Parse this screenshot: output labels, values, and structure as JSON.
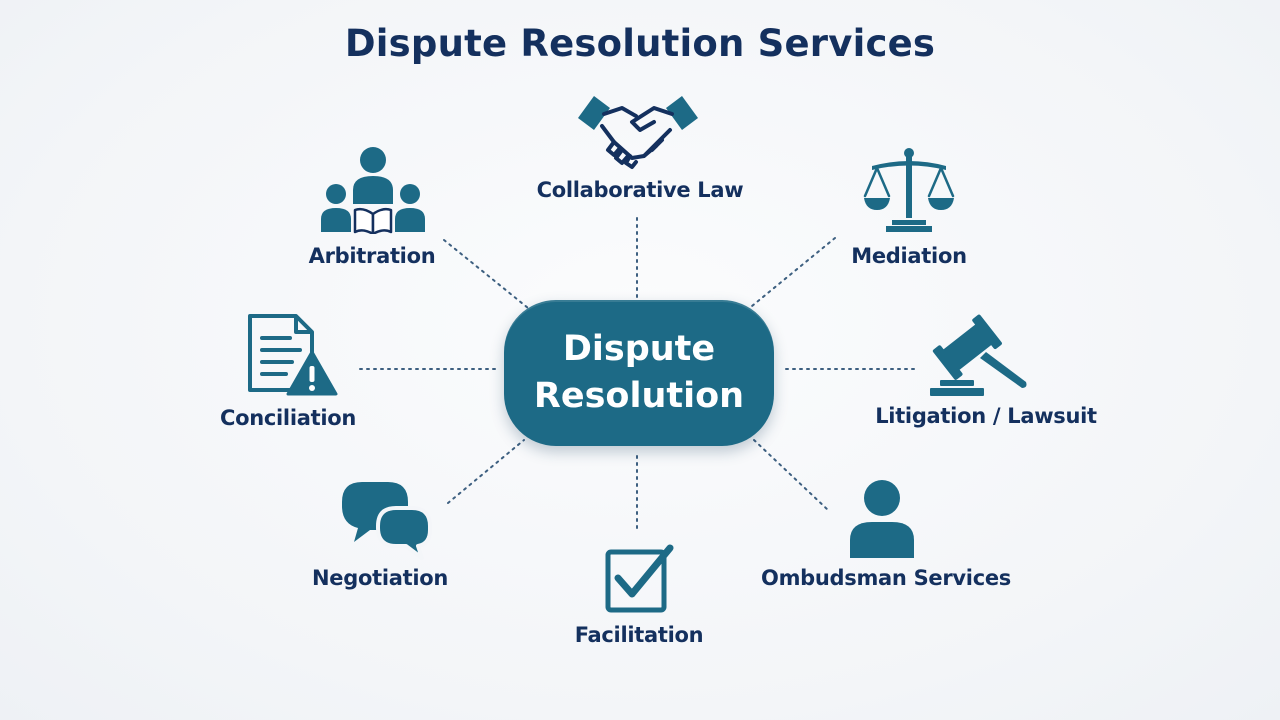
{
  "title": "Dispute Resolution Services",
  "hub": {
    "line1": "Dispute",
    "line2": "Resolution"
  },
  "nodes": [
    {
      "id": "collaborative-law",
      "label": "Collaborative Law",
      "icon": "handshake-icon"
    },
    {
      "id": "arbitration",
      "label": "Arbitration",
      "icon": "group-with-book-icon"
    },
    {
      "id": "mediation",
      "label": "Mediation",
      "icon": "scales-icon"
    },
    {
      "id": "conciliation",
      "label": "Conciliation",
      "icon": "document-warning-icon"
    },
    {
      "id": "litigation",
      "label": "Litigation / Lawsuit",
      "icon": "gavel-icon"
    },
    {
      "id": "negotiation",
      "label": "Negotiation",
      "icon": "speech-bubbles-icon"
    },
    {
      "id": "facilitation",
      "label": "Facilitation",
      "icon": "checkbox-icon"
    },
    {
      "id": "ombudsman",
      "label": "Ombudsman Services",
      "icon": "person-icon"
    }
  ],
  "colors": {
    "title": "#14305e",
    "hub_fill": "#1d6a86",
    "icon_teal": "#1d6a86",
    "icon_navy": "#14305e",
    "connector": "#3d5f80"
  }
}
